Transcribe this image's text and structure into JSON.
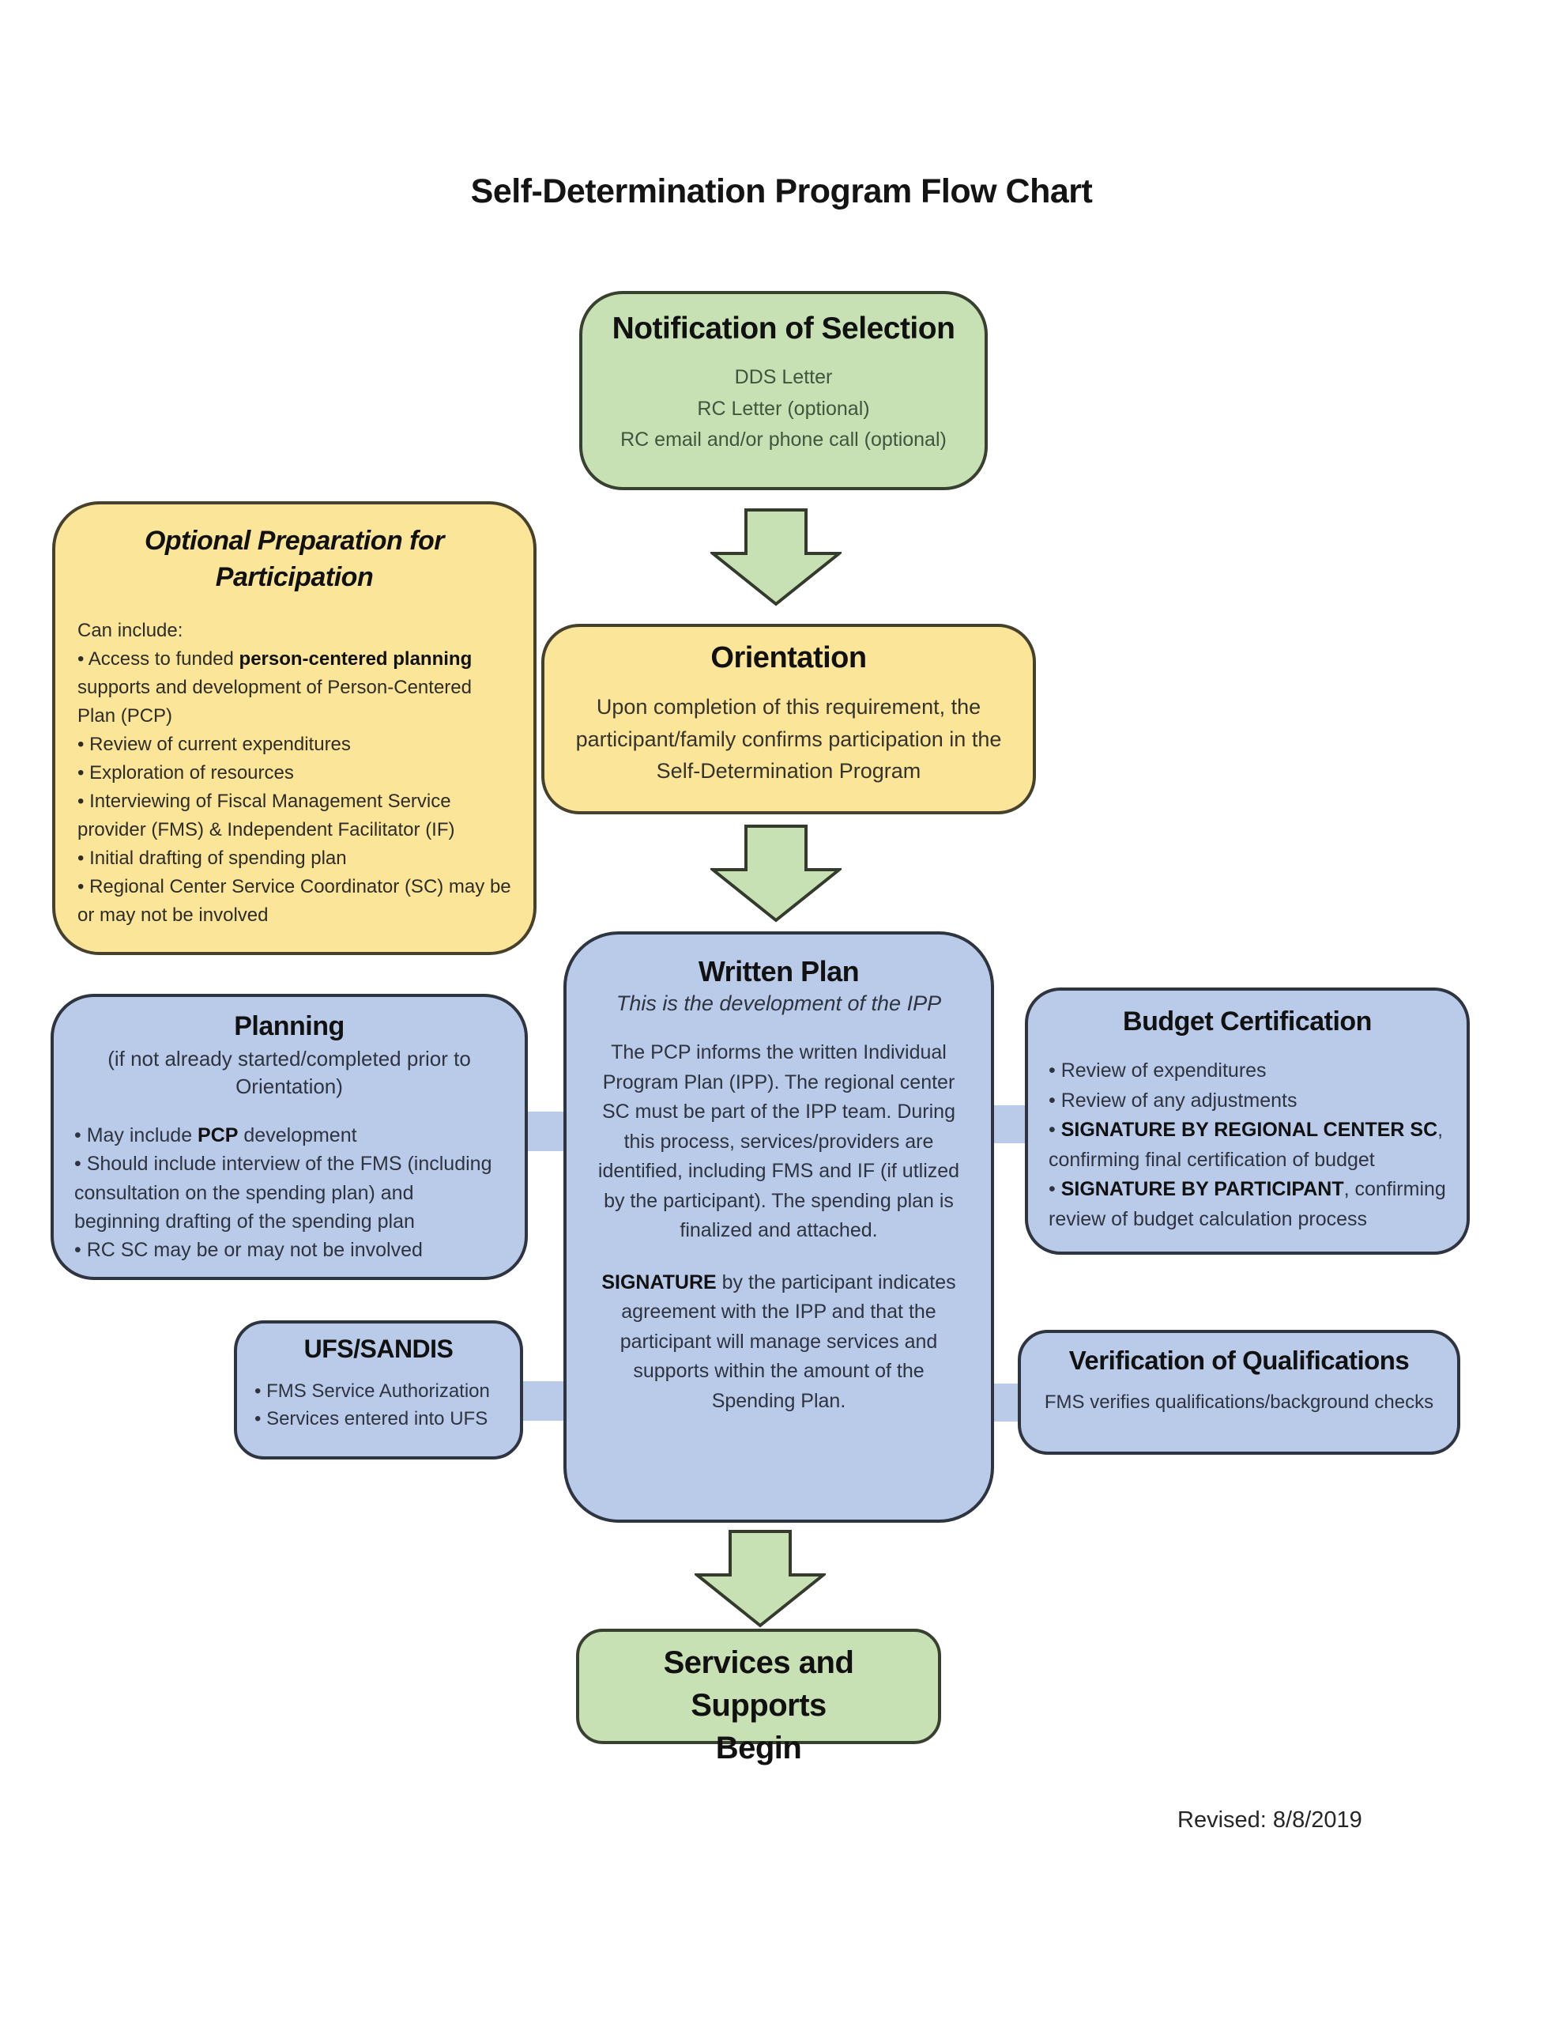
{
  "page": {
    "title": "Self-Determination Program Flow Chart",
    "footer": {
      "revised": "Revised: 8/8/2019"
    }
  },
  "colors": {
    "green_fill": "#c7e1b5",
    "yellow_fill": "#fbe599",
    "blue_fill": "#b9cbe9",
    "box_border": "#363636",
    "notification_body_text": "#41553c"
  },
  "notification": {
    "title": "Notification of Selection",
    "lines": [
      "DDS Letter",
      "RC Letter (optional)",
      "RC email and/or phone call (optional)"
    ]
  },
  "optional_prep": {
    "title_line1": "Optional Preparation for",
    "title_line2": "Participation",
    "intro": "Can include:",
    "bullet1": {
      "pre": "• Access to funded ",
      "bold": "person-centered planning",
      "post": " supports and development of Person-Centered Plan (PCP)"
    },
    "bullet2": "• Review of current expenditures",
    "bullet3": "• Exploration of resources",
    "bullet4": "• Interviewing of Fiscal Management Service provider (FMS) & Independent Facilitator (IF)",
    "bullet5": "• Initial drafting of spending plan",
    "bullet6": "• Regional Center Service Coordinator (SC) may be or may not be involved"
  },
  "orientation": {
    "title": "Orientation",
    "body": "Upon completion of this requirement, the participant/family confirms participation in the Self-Determination Program"
  },
  "planning": {
    "title": "Planning",
    "subtitle": "(if not already started/completed prior to Orientation)",
    "bullet1": {
      "pre": "• May include ",
      "bold": "PCP",
      "post": " development"
    },
    "bullet2": "• Should include interview of the FMS (including consultation on the spending plan)  and beginning drafting of the spending plan",
    "bullet3": "• RC SC may be or may not be involved"
  },
  "written_plan": {
    "title": "Written Plan",
    "subtitle": "This is the development of the IPP",
    "para1": "The PCP informs the written Individual Program Plan (IPP). The regional center SC must be part of the IPP team.  During this process, services/providers are identified, including FMS and IF (if utlized by the participant). The spending plan is finalized and attached.",
    "para2": {
      "bold": "SIGNATURE",
      "rest": " by the participant indicates agreement with the IPP and that the participant will manage services and supports within the amount of the Spending Plan."
    }
  },
  "budget_certification": {
    "title": "Budget Certification",
    "bullet1": "• Review of expenditures",
    "bullet2": "• Review of any adjustments",
    "bullet3": {
      "pre": "• ",
      "bold": "SIGNATURE BY REGIONAL CENTER SC",
      "post": ", confirming final certification of budget"
    },
    "bullet4": {
      "pre": "• ",
      "bold": "SIGNATURE BY PARTICIPANT",
      "post": ", confirming review of budget calculation process"
    }
  },
  "ufs_sandis": {
    "title": "UFS/SANDIS",
    "bullet1": "• FMS Service Authorization",
    "bullet2": "• Services entered into UFS"
  },
  "verification": {
    "title": "Verification of Qualifications",
    "body": "FMS verifies qualifications/background checks"
  },
  "services_begin": {
    "title_line1": "Services and Supports",
    "title_line2": "Begin"
  }
}
